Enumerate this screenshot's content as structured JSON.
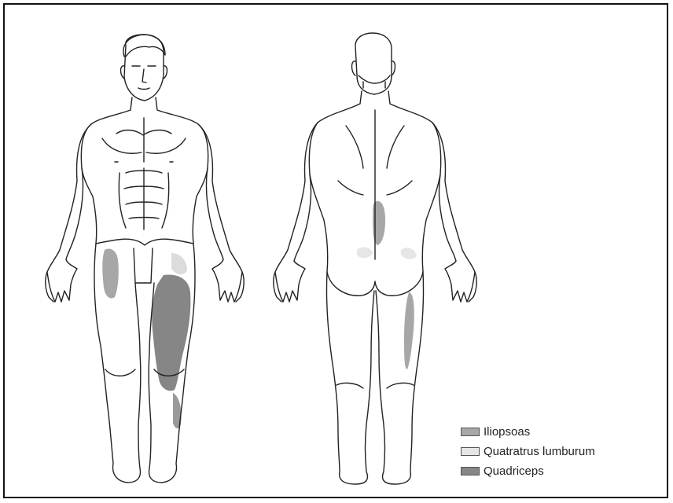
{
  "legend": {
    "items": [
      {
        "label": "Iliopsoas",
        "color": "#a7a7a7"
      },
      {
        "label": "Quatratrus lumburum",
        "color": "#dcdcdc"
      },
      {
        "label": "Quadriceps",
        "color": "#868686"
      }
    ]
  },
  "figures": [
    "front-view",
    "back-view"
  ]
}
